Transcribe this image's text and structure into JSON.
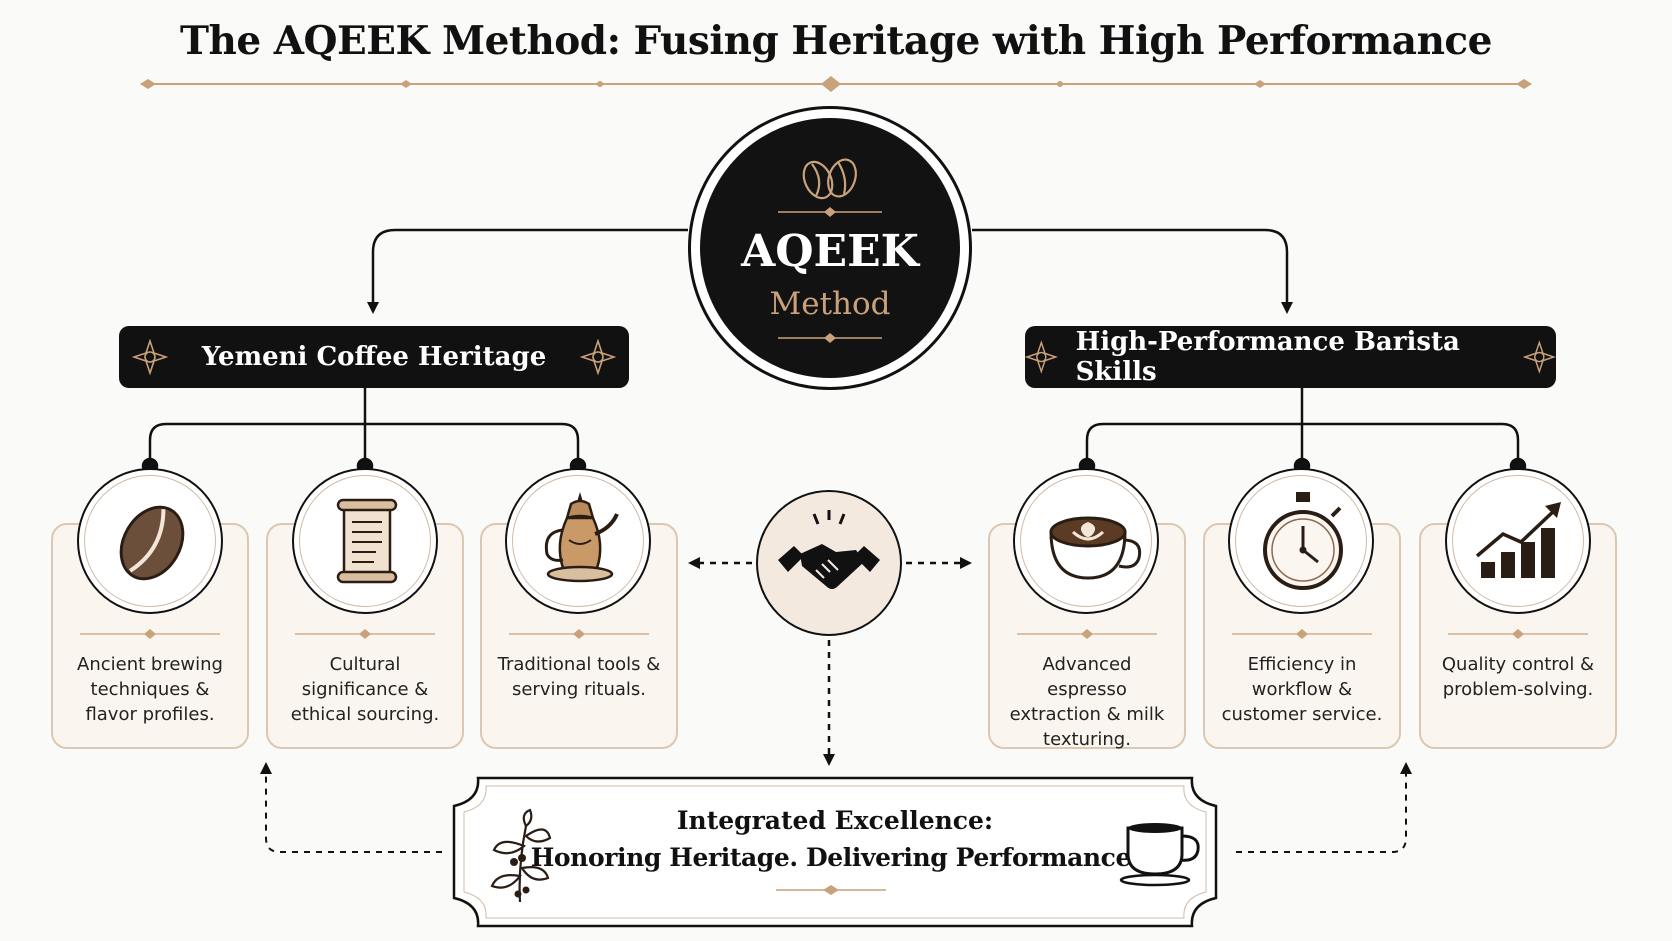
{
  "title": "The AQEEK Method: Fusing Heritage with High Performance",
  "center": {
    "main": "AQEEK",
    "sub": "Method"
  },
  "branches": [
    {
      "label": "Yemeni Coffee Heritage"
    },
    {
      "label": "High-Performance Barista Skills"
    }
  ],
  "cards": [
    {
      "lines": [
        "Ancient brewing",
        "techniques &",
        "flavor profiles."
      ],
      "icon": "coffee-bean-icon"
    },
    {
      "lines": [
        "Cultural",
        "significance &",
        "ethical sourcing."
      ],
      "icon": "scroll-icon"
    },
    {
      "lines": [
        "Traditional tools &",
        "serving rituals."
      ],
      "icon": "dallah-pot-icon"
    },
    {
      "lines": [
        "Advanced espresso",
        "extraction & milk",
        "texturing."
      ],
      "icon": "latte-art-icon"
    },
    {
      "lines": [
        "Efficiency in",
        "workflow &",
        "customer service."
      ],
      "icon": "stopwatch-icon"
    },
    {
      "lines": [
        "Quality control &",
        "problem-solving."
      ],
      "icon": "growth-chart-icon"
    }
  ],
  "bottom": {
    "line1": "Integrated Excellence:",
    "line2": "Honoring Heritage. Delivering Performance."
  },
  "colors": {
    "dark": "#111111",
    "accent": "#c9a17a",
    "card_bg": "#faf5ee",
    "card_border": "#dcc8b2"
  }
}
